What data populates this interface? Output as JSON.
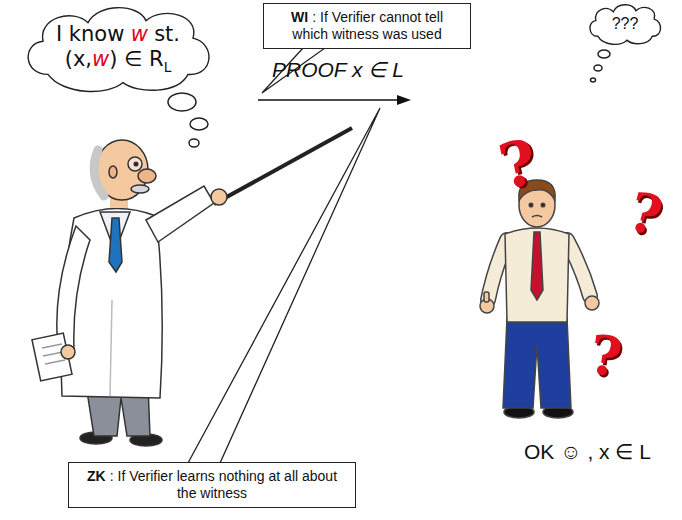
{
  "diagram": {
    "nodes": [
      {
        "text": [
          "I know",
          "w",
          "st.",
          "(x,",
          "w",
          ") ∈ R",
          "L"
        ]
      },
      {
        "text": [
          "WI",
          ": If Verifier cannot tell which witness was used"
        ]
      },
      {
        "text": [
          "???"
        ]
      },
      {
        "text": [
          "ZK",
          ": If Verifier learns nothing at all about the witness"
        ]
      }
    ],
    "labels": [
      "PROOF x ∈ L",
      "?",
      "?",
      "?",
      "OK ☺ , x ∈ L"
    ]
  }
}
